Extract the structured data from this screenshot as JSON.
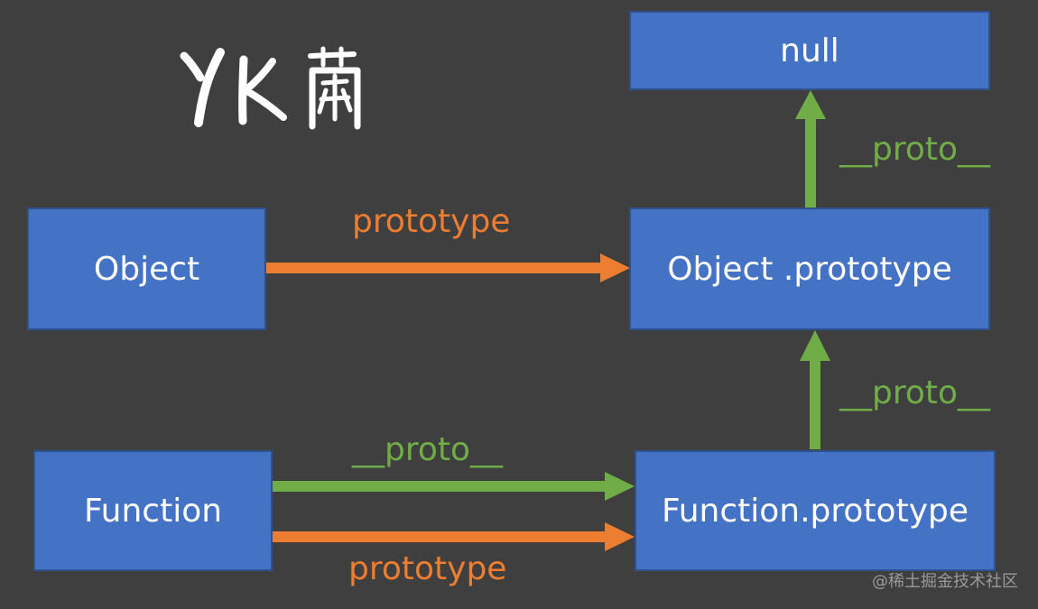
{
  "nodes": {
    "null": "null",
    "object": "Object",
    "object_prototype": "Object .prototype",
    "function": "Function",
    "function_prototype": "Function.prototype"
  },
  "edge_labels": {
    "object_to_object_prototype": "prototype",
    "object_prototype_to_null": "__proto__",
    "function_prototype_to_object_prototype": "__proto__",
    "function_to_function_prototype_proto": "__proto__",
    "function_to_function_prototype_prototype": "prototype"
  },
  "logo": "YK菌",
  "watermark": "@稀土掘金技术社区",
  "colors": {
    "background": "#3f3f3f",
    "node_fill": "#4472c4",
    "node_border": "#2f528f",
    "proto_arrow": "#70ad47",
    "prototype_arrow": "#ed7d31"
  }
}
